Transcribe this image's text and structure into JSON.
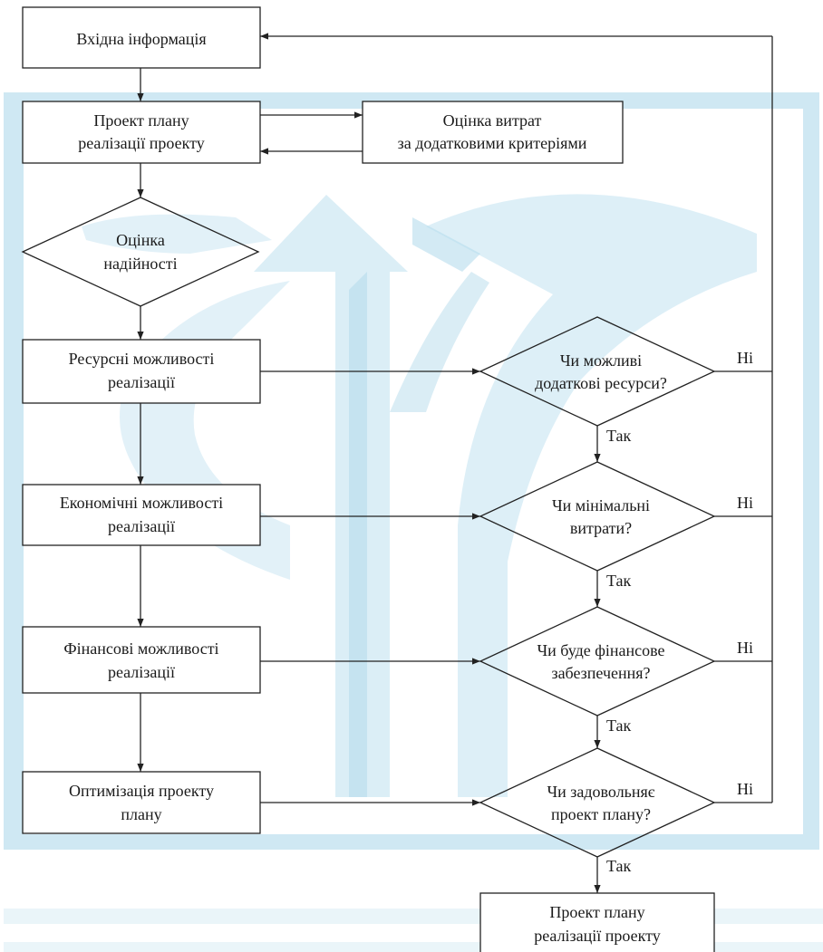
{
  "colors": {
    "watermark": "#cfe8f3",
    "watermark_dark": "#b5dcec",
    "watermark_line": "#c2e2ef",
    "stroke": "#222222"
  },
  "nodes": {
    "input_info": {
      "lines": [
        "Вхідна інформація"
      ]
    },
    "plan_draft": {
      "lines": [
        "Проект плану",
        "реалізації проекту"
      ]
    },
    "cost_estimate": {
      "lines": [
        "Оцінка витрат",
        "за додатковими критеріями"
      ]
    },
    "reliability": {
      "lines": [
        "Оцінка",
        "надійності"
      ]
    },
    "resource": {
      "lines": [
        "Ресурсні можливості",
        "реалізації"
      ]
    },
    "economic": {
      "lines": [
        "Економічні можливості",
        "реалізації"
      ]
    },
    "financial": {
      "lines": [
        "Фінансові можливості",
        "реалізації"
      ]
    },
    "optimization": {
      "lines": [
        "Оптимізація проекту",
        "плану"
      ]
    },
    "q_resources": {
      "lines": [
        "Чи можливі",
        "додаткові ресурси?"
      ]
    },
    "q_costs": {
      "lines": [
        "Чи мінімальні",
        "витрати?"
      ]
    },
    "q_finance": {
      "lines": [
        "Чи буде фінансове",
        "забезпечення?"
      ]
    },
    "q_satisfy": {
      "lines": [
        "Чи задовольняє",
        "проект плану?"
      ]
    },
    "plan_final": {
      "lines": [
        "Проект плану",
        "реалізації проекту"
      ]
    }
  },
  "edge_labels": {
    "yes": "Так",
    "no": "Ні"
  }
}
